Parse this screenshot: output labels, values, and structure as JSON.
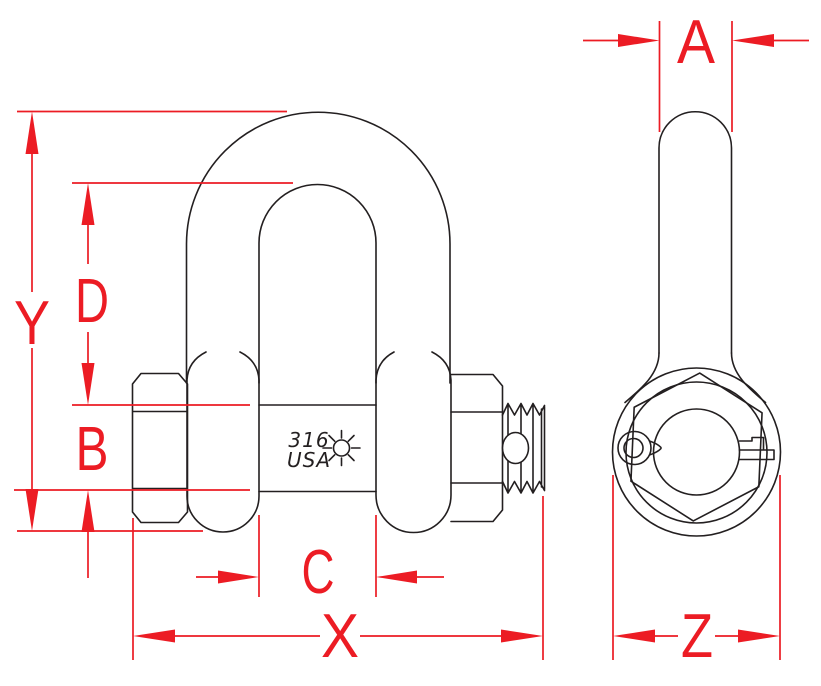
{
  "drawing": {
    "background": "#FFFFFF",
    "ink_color": "#231F20",
    "dimension_color": "#EC1C24",
    "dim_labels": {
      "a": "A",
      "b": "B",
      "c": "C",
      "d": "D",
      "x": "X",
      "y": "Y",
      "z": "Z"
    },
    "stamp": {
      "grade": "316",
      "origin": "USA"
    }
  }
}
